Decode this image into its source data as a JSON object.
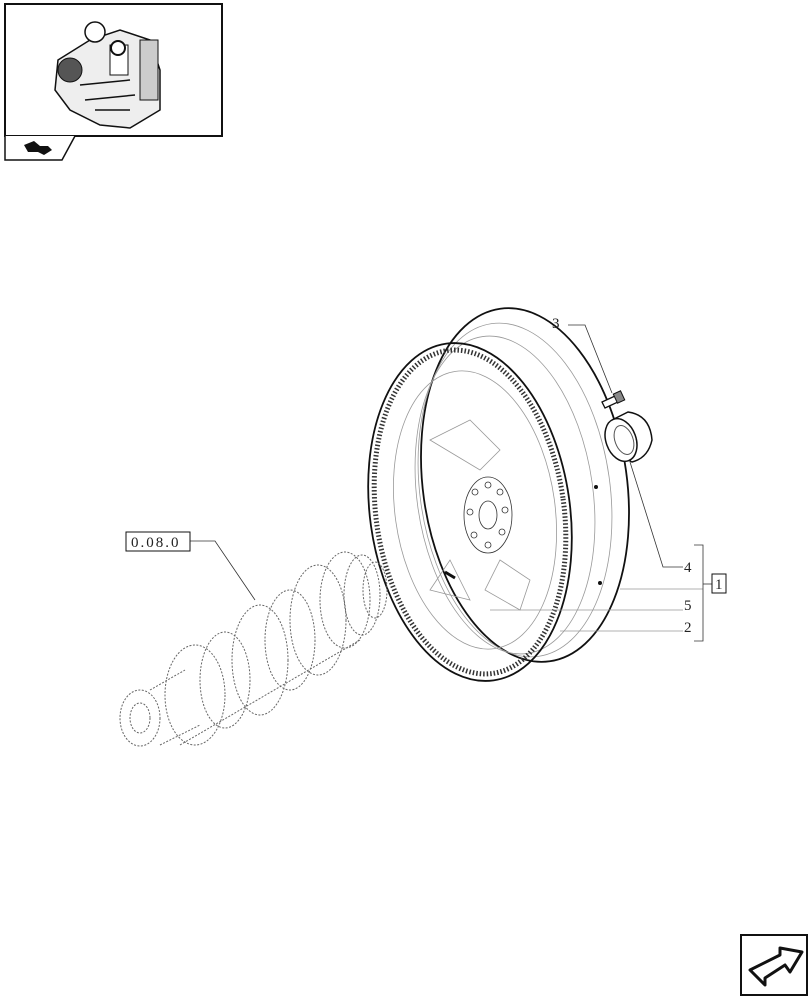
{
  "thumbnail": {
    "icon": "engine-thumbnail",
    "nav_icon": "back-arrow-icon"
  },
  "callouts": {
    "bolt": "3",
    "bushing": "4",
    "assembly": "1",
    "dowel": "5",
    "ring_gear": "2",
    "crankshaft_ref": "0.08.0"
  },
  "navigation": {
    "icon": "next-page-arrow-icon"
  }
}
